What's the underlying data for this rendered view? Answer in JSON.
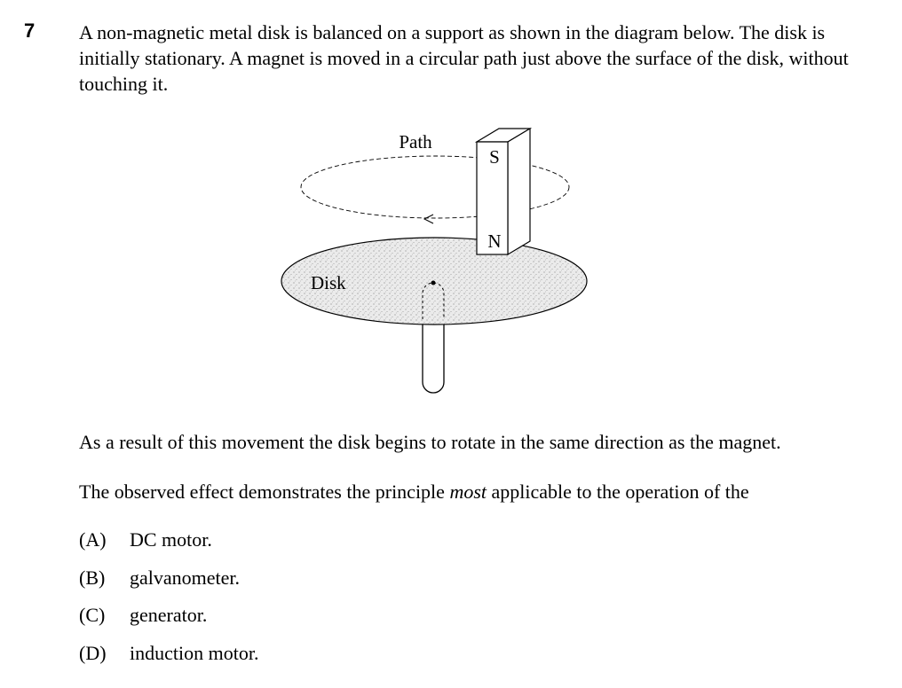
{
  "question": {
    "number": "7",
    "stem": "A non-magnetic metal disk is balanced on a support as shown in the diagram below. The disk is initially stationary. A magnet is moved in a circular path just above the surface of the disk, without touching it.",
    "para1": "As a result of this movement the disk begins to rotate in the same direction as the magnet.",
    "para2_before": "The observed effect demonstrates the principle ",
    "para2_emph": "most",
    "para2_after": " applicable to the operation of the",
    "options": [
      {
        "letter": "(A)",
        "text": "DC motor."
      },
      {
        "letter": "(B)",
        "text": "galvanometer."
      },
      {
        "letter": "(C)",
        "text": "generator."
      },
      {
        "letter": "(D)",
        "text": "induction motor."
      }
    ]
  },
  "diagram": {
    "path_label": "Path",
    "disk_label": "Disk",
    "magnet_top_label": "S",
    "magnet_bottom_label": "N"
  }
}
